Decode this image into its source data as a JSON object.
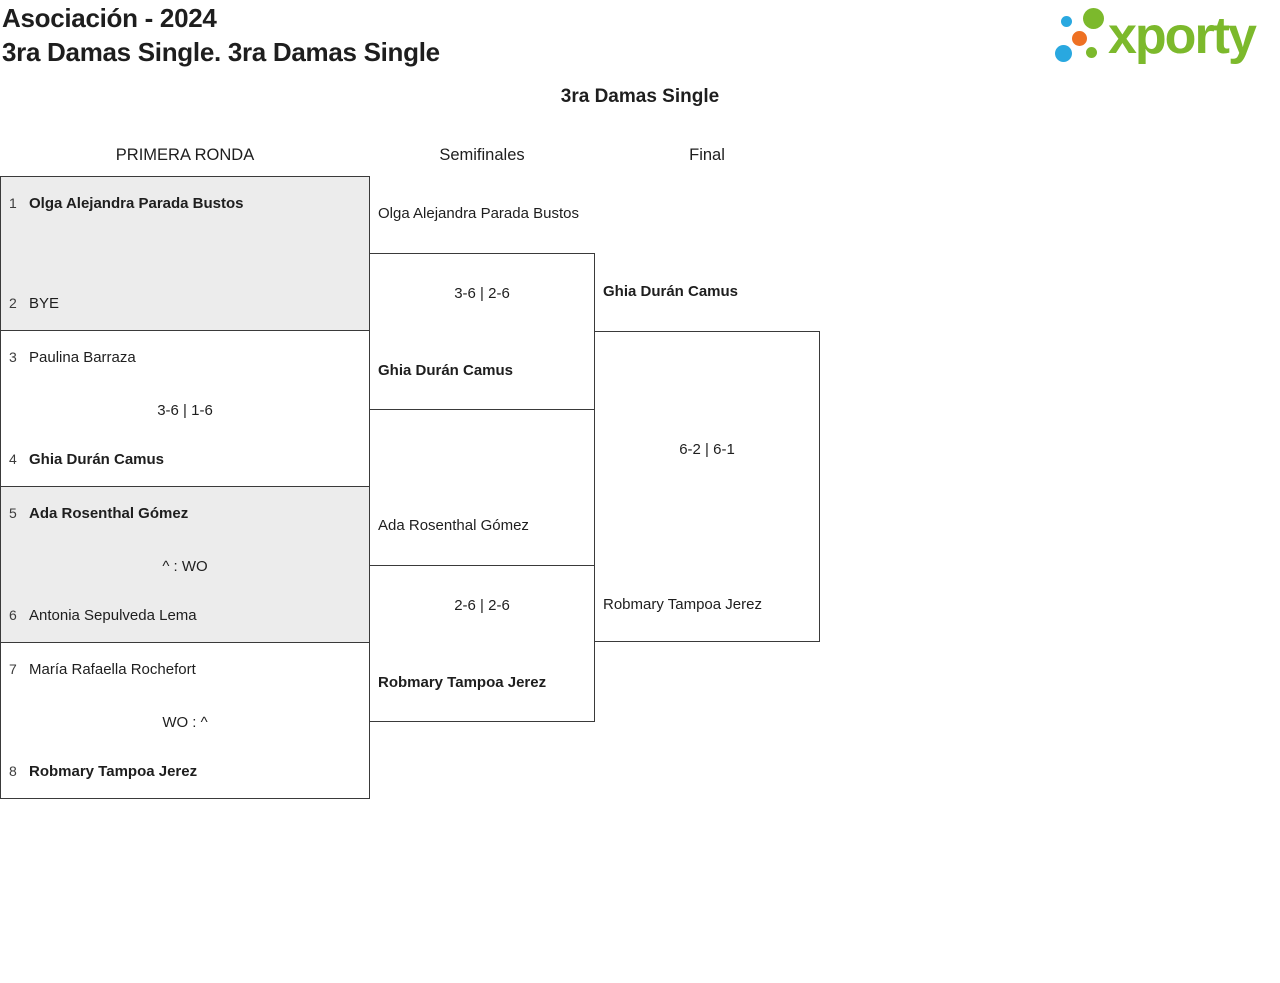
{
  "page": {
    "title_line1": "Asociación - 2024",
    "title_line2": "3ra Damas Single. 3ra Damas Single"
  },
  "logo": {
    "text": "xporty",
    "colors": {
      "green": "#7cb92c",
      "blue": "#29a8e0",
      "orange": "#ee7123"
    }
  },
  "bracket": {
    "subtitle": "3ra Damas Single",
    "round_headers": {
      "first": "PRIMERA RONDA",
      "semis": "Semifinales",
      "final": "Final"
    },
    "first_round": {
      "matches": [
        {
          "top": {
            "seed": "1",
            "name": "Olga Alejandra Parada Bustos"
          },
          "bottom": {
            "seed": "2",
            "name": "BYE"
          },
          "score": "",
          "winner": "top"
        },
        {
          "top": {
            "seed": "3",
            "name": "Paulina Barraza"
          },
          "bottom": {
            "seed": "4",
            "name": "Ghia Durán Camus"
          },
          "score": "3-6 | 1-6",
          "winner": "bottom"
        },
        {
          "top": {
            "seed": "5",
            "name": "Ada Rosenthal Gómez"
          },
          "bottom": {
            "seed": "6",
            "name": "Antonia Sepulveda Lema"
          },
          "score": "^ : WO",
          "winner": "top"
        },
        {
          "top": {
            "seed": "7",
            "name": "María Rafaella Rochefort"
          },
          "bottom": {
            "seed": "8",
            "name": "Robmary Tampoa Jerez"
          },
          "score": "WO : ^",
          "winner": "bottom"
        }
      ]
    },
    "semifinals": [
      {
        "top_name": "Olga Alejandra Parada Bustos",
        "bottom_name": "Ghia Durán Camus",
        "score": "3-6 | 2-6",
        "winner": "bottom"
      },
      {
        "top_name": "Ada Rosenthal Gómez",
        "bottom_name": "Robmary Tampoa Jerez",
        "score": "2-6 | 2-6",
        "winner": "bottom"
      }
    ],
    "final": {
      "top_name": "Ghia Durán Camus",
      "bottom_name": "Robmary Tampoa Jerez",
      "score": "6-2 | 6-1",
      "winner": "top"
    },
    "colors": {
      "match_alt_bg": "#ececec",
      "border": "#3a3a3a"
    }
  }
}
